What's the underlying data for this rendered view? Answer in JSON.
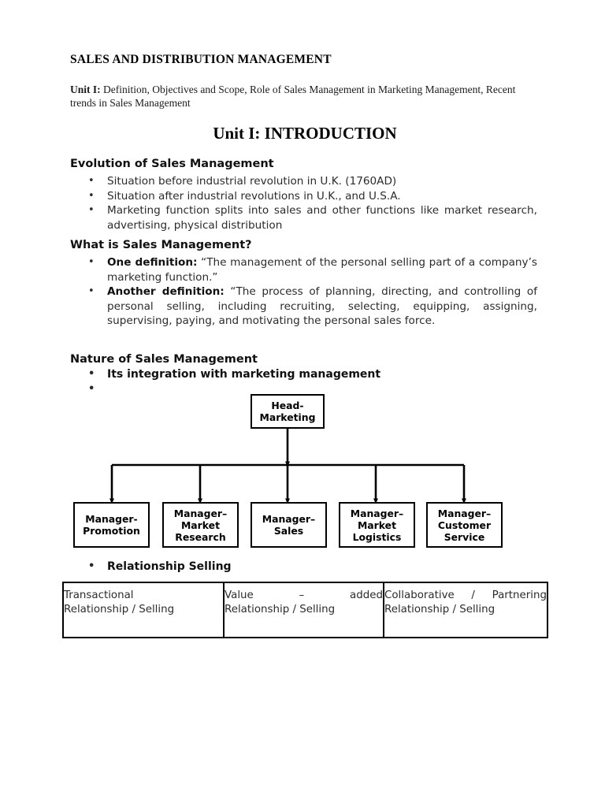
{
  "document": {
    "title": "SALES AND DISTRIBUTION MANAGEMENT",
    "unit_label": "Unit I:",
    "unit_scope": " Definition, Objectives and Scope, Role of Sales Management in Marketing Management, Recent trends in Sales Management",
    "main_heading": "Unit I: INTRODUCTION"
  },
  "sections": {
    "evolution": {
      "heading": "Evolution of Sales Management",
      "bullets": [
        "Situation before industrial revolution in U.K. (1760AD)",
        "Situation after industrial revolutions in U.K., and U.S.A.",
        "Marketing function splits into sales and other functions like market research, advertising, physical distribution"
      ]
    },
    "what_is": {
      "heading": "What is Sales Management?",
      "definitions": [
        {
          "lead": "One definition:",
          "text": " “The management of the personal selling part of a company’s marketing function.”"
        },
        {
          "lead": "Another definition:",
          "text": " “The process of planning, directing, and controlling of personal selling, including recruiting, selecting, equipping, assigning, supervising, paying, and motivating the personal sales force."
        }
      ]
    },
    "nature": {
      "heading": "Nature of Sales Management",
      "bullets": [
        "Its integration with marketing management",
        ""
      ],
      "relationship_selling_bullet": "Relationship Selling"
    }
  },
  "org_chart": {
    "root": {
      "label": "Head-\nMarketing"
    },
    "children": [
      {
        "label": "Manager-\nPromotion"
      },
      {
        "label": "Manager–\nMarket\nResearch"
      },
      {
        "label": "Manager–\nSales"
      },
      {
        "label": "Manager–\nMarket\nLogistics"
      },
      {
        "label": "Manager–\nCustomer\nService"
      }
    ]
  },
  "relationship_table": {
    "cells": [
      {
        "line1": "Transactional",
        "line2": "Relationship / Selling"
      },
      {
        "line1": "Value      –      added",
        "line2": "Relationship / Selling"
      },
      {
        "line1": "Collaborative / Partnering",
        "line2": "Relationship / Selling"
      }
    ]
  },
  "colors": {
    "ink": "#1a1a1a",
    "line": "#000000",
    "paper": "#ffffff"
  }
}
